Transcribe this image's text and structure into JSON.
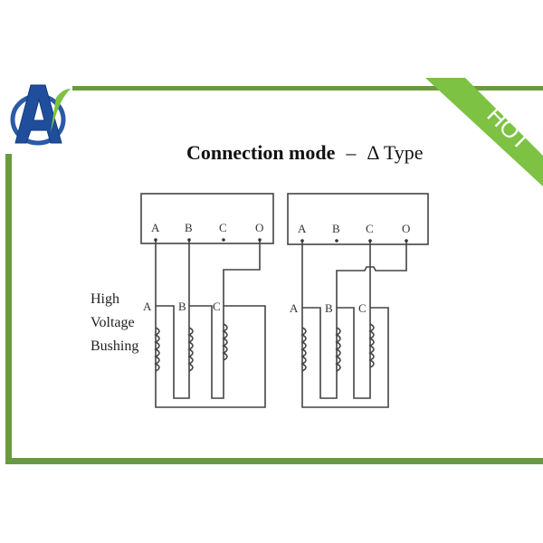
{
  "branding": {
    "logo_icon": "av-logo-icon",
    "ribbon_text": "HOT",
    "accent_color": "#6a9a3f",
    "ribbon_color": "#7dc242",
    "logo_blue": "#1f4e9c"
  },
  "title": {
    "main": "Connection mode",
    "separator": "–",
    "delta_symbol": "Δ",
    "type_label": "Type"
  },
  "side_label": {
    "line1": "High",
    "line2": "Voltage",
    "line3": "Bushing"
  },
  "diagram_left": {
    "instrument_terminals": [
      "A",
      "B",
      "C",
      "O"
    ],
    "bushing_labels": [
      "A",
      "B",
      "C"
    ]
  },
  "diagram_right": {
    "instrument_terminals": [
      "A",
      "B",
      "C",
      "O"
    ],
    "bushing_labels": [
      "A",
      "B",
      "C"
    ]
  }
}
